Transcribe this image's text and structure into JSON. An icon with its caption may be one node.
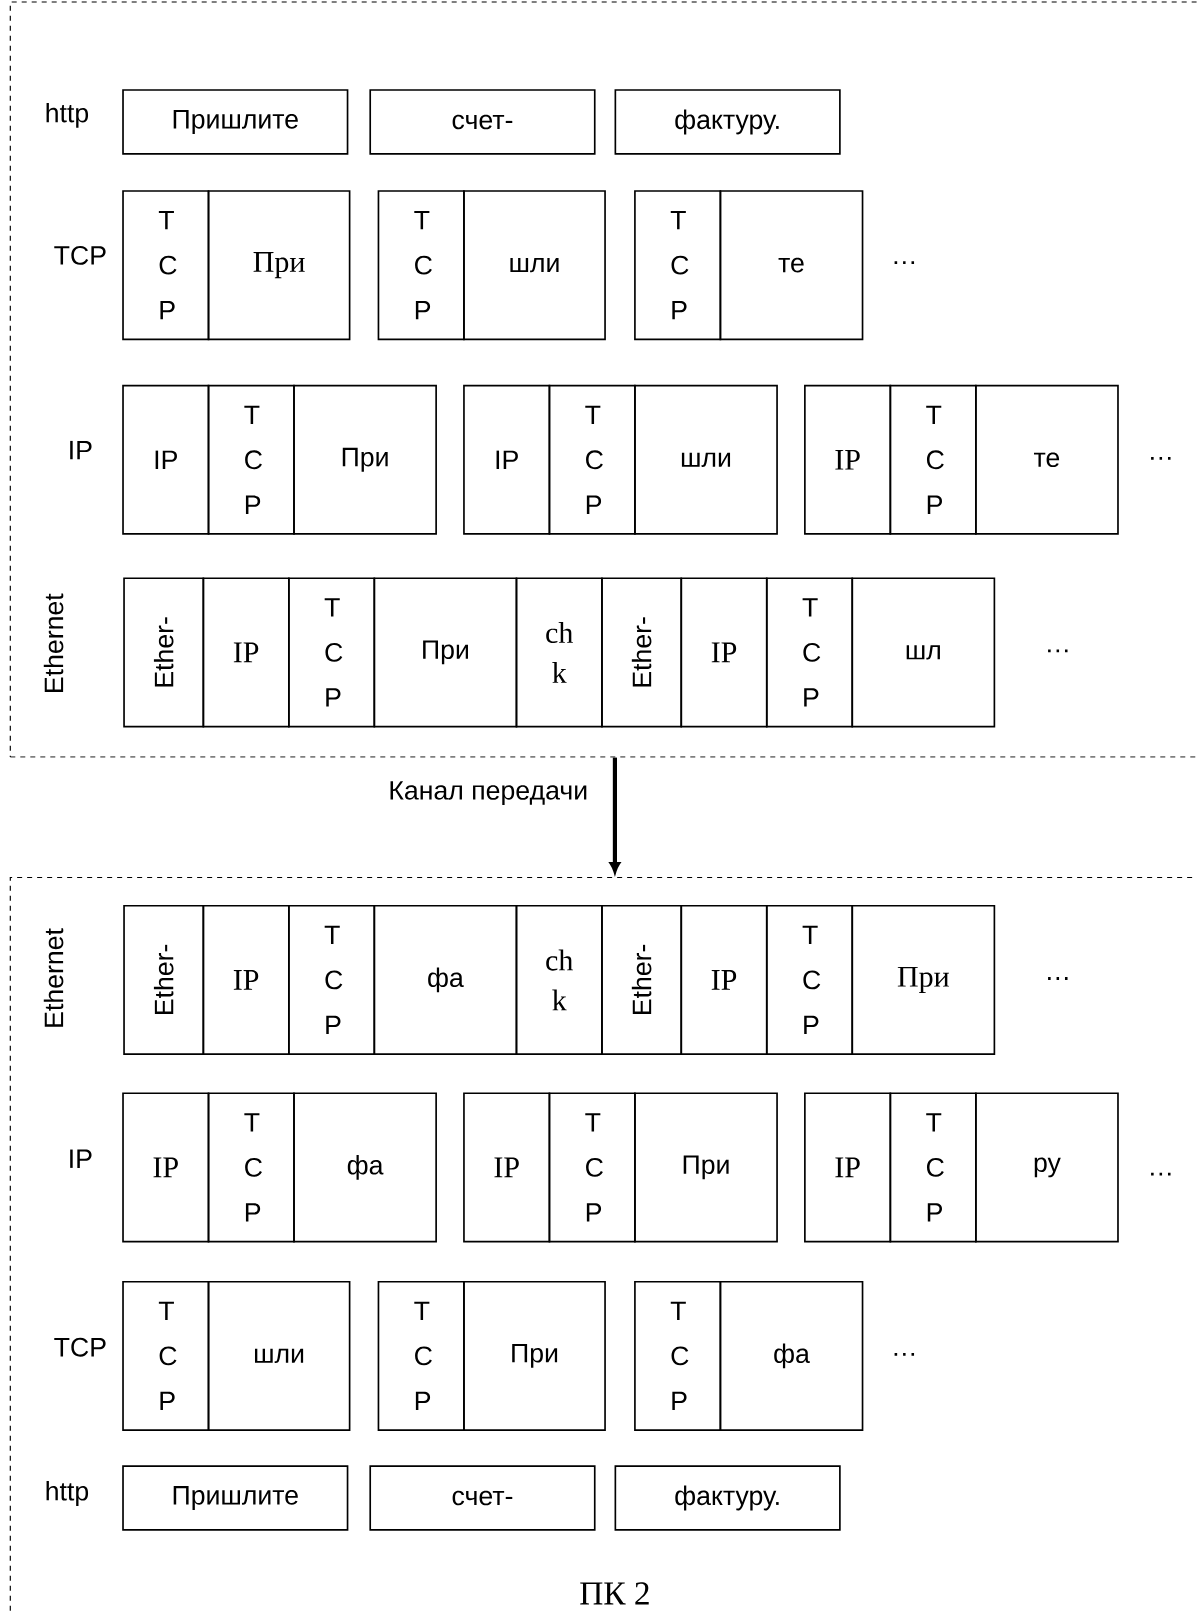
{
  "diagram": {
    "nodes": [
      {
        "text": [],
        "shape": "box"
      },
      {
        "text": [
          "Пришлите"
        ],
        "in": 0
      },
      {
        "text": [
          "счет-"
        ],
        "in": 0
      },
      {
        "text": [
          "фактуру."
        ],
        "in": 0
      },
      {
        "text": [
          "T C P"
        ],
        "in": 0
      },
      {
        "text": [
          "При"
        ],
        "in": 0
      },
      {
        "text": [
          "T C P"
        ],
        "in": 0
      },
      {
        "text": [
          "шли"
        ],
        "in": 0
      },
      {
        "text": [
          "T C P"
        ],
        "in": 0
      },
      {
        "text": [
          "те"
        ],
        "in": 0
      },
      {
        "text": [
          "IP"
        ],
        "in": 0
      },
      {
        "text": [
          "T C P"
        ],
        "in": 0
      },
      {
        "text": [
          "При"
        ],
        "in": 0
      },
      {
        "text": [
          "IP"
        ],
        "in": 0
      },
      {
        "text": [
          "T C P"
        ],
        "in": 0
      },
      {
        "text": [
          "шли"
        ],
        "in": 0
      },
      {
        "text": [
          "IP"
        ],
        "in": 0
      },
      {
        "text": [
          "T C P"
        ],
        "in": 0
      },
      {
        "text": [
          "те"
        ],
        "in": 0
      },
      {
        "text": [
          "Ether-"
        ],
        "in": 0
      },
      {
        "text": [
          "IP"
        ],
        "in": 0
      },
      {
        "text": [
          "T C P"
        ],
        "in": 0
      },
      {
        "text": [
          "При"
        ],
        "in": 0
      },
      {
        "text": [
          "ch k"
        ],
        "in": 0
      },
      {
        "text": [
          "Ether-"
        ],
        "in": 0
      },
      {
        "text": [
          "IP"
        ],
        "in": 0
      },
      {
        "text": [
          "T C P"
        ],
        "in": 0
      },
      {
        "text": [
          "шл"
        ],
        "in": 0
      },
      {
        "text": [
          "ПК 2"
        ]
      },
      {
        "text": [
          "Ether-"
        ],
        "in": 28
      },
      {
        "text": [
          "IP"
        ],
        "in": 28
      },
      {
        "text": [
          "T C P"
        ],
        "in": 28
      },
      {
        "text": [
          "фа"
        ],
        "in": 28
      },
      {
        "text": [
          "ch k"
        ],
        "in": 28
      },
      {
        "text": [
          "Ether-"
        ],
        "in": 28
      },
      {
        "text": [
          "IP"
        ],
        "in": 28
      },
      {
        "text": [
          "T C P"
        ],
        "in": 28
      },
      {
        "text": [
          "При"
        ],
        "in": 28
      },
      {
        "text": [
          "IP"
        ],
        "in": 28
      },
      {
        "text": [
          "T C P"
        ],
        "in": 28
      },
      {
        "text": [
          "фа"
        ],
        "in": 28
      },
      {
        "text": [
          "IP"
        ],
        "in": 28
      },
      {
        "text": [
          "T C P"
        ],
        "in": 28
      },
      {
        "text": [
          "При"
        ],
        "in": 28
      },
      {
        "text": [
          "IP"
        ],
        "in": 28
      },
      {
        "text": [
          "T C P"
        ],
        "in": 28
      },
      {
        "text": [
          "ру"
        ],
        "in": 28
      },
      {
        "text": [
          "T C P"
        ],
        "in": 28
      },
      {
        "text": [
          "шли"
        ],
        "in": 28
      },
      {
        "text": [
          "T C P"
        ],
        "in": 28
      },
      {
        "text": [
          "При"
        ],
        "in": 28
      },
      {
        "text": [
          "T C P"
        ],
        "in": 28
      },
      {
        "text": [
          "фа"
        ],
        "in": 28
      },
      {
        "text": [
          "Пришлите"
        ],
        "in": 28
      },
      {
        "text": [
          "счет-"
        ],
        "in": 28
      },
      {
        "text": [
          "фактуру."
        ],
        "in": 28
      }
    ],
    "edges": [
      {
        "from": 0,
        "to": 28,
        "arrow": "to",
        "label": "Канал передачи"
      }
    ],
    "labels": [
      "http",
      "TCP",
      "…",
      "IP",
      "…",
      "Ethernet",
      "…",
      "Ethernet",
      "…",
      "IP",
      "…",
      "TCP",
      "…",
      "http"
    ]
  }
}
